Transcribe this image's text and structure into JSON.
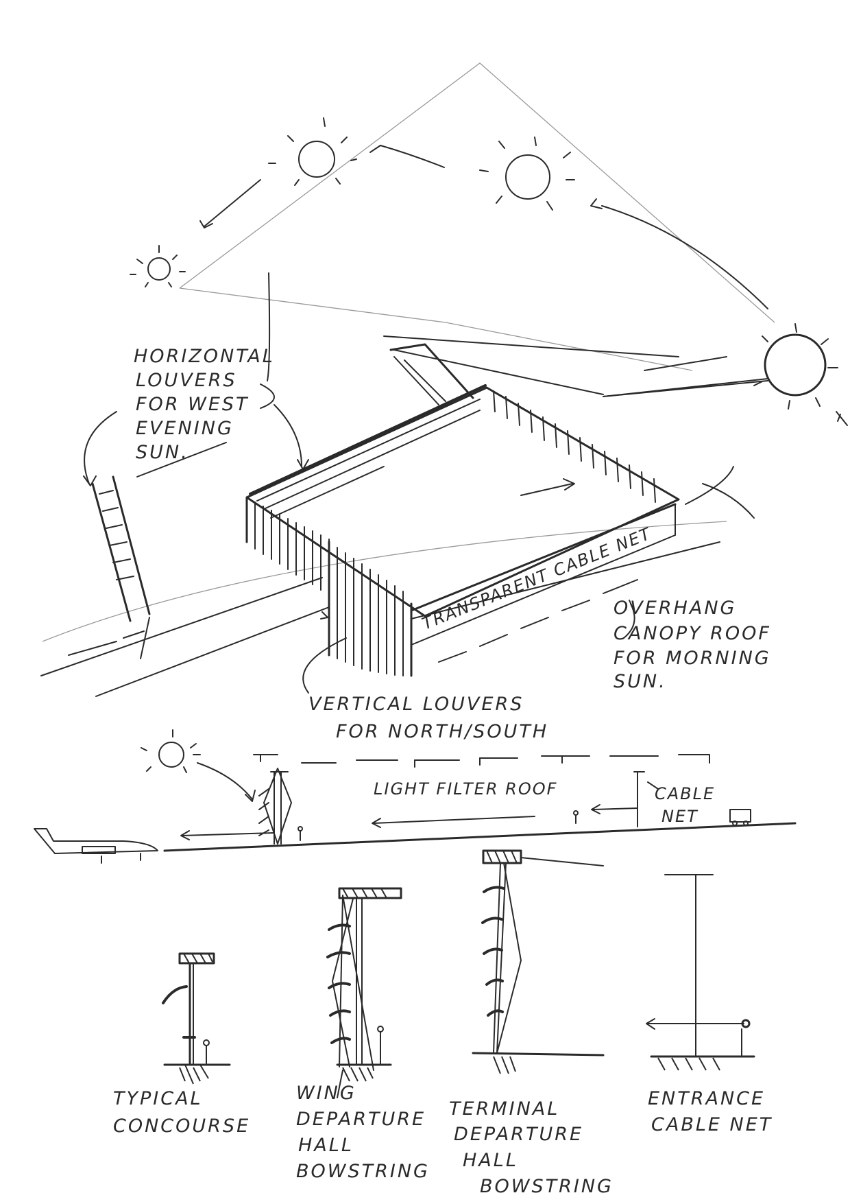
{
  "annotations": {
    "horizontal_louvers": [
      "HORIZONTAL",
      "LOUVERS",
      "FOR WEST",
      "EVENING",
      "SUN."
    ],
    "transparent_cable_net": "TRANSPARENT CABLE NET",
    "overhang_canopy": [
      "OVERHANG",
      "CANOPY ROOF",
      "FOR MORNING",
      "SUN."
    ],
    "vertical_louvers": [
      "VERTICAL LOUVERS",
      "FOR NORTH/SOUTH"
    ],
    "light_filter_roof": "LIGHT FILTER ROOF",
    "cable_net_section": [
      "CABLE",
      "NET"
    ]
  },
  "section_labels": {
    "typical_concourse": [
      "TYPICAL",
      "CONCOURSE"
    ],
    "wing_departure_hall": [
      "WING",
      "DEPARTURE",
      "HALL",
      "BOWSTRING"
    ],
    "terminal_departure_hall": [
      "TERMINAL",
      "DEPARTURE",
      "HALL",
      "BOWSTRING"
    ],
    "entrance_cable_net": [
      "ENTRANCE",
      "CABLE NET"
    ]
  }
}
